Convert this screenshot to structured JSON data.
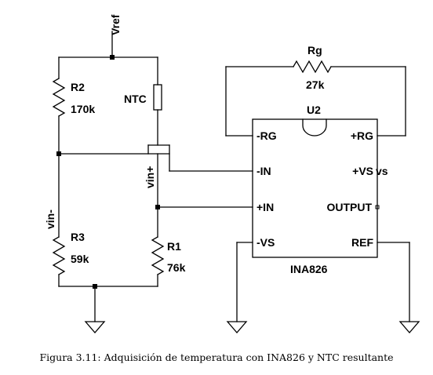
{
  "net_labels": {
    "vref": "Vref",
    "vin_minus": "vin-",
    "vin_plus": "vin+",
    "vs": "vs"
  },
  "components": {
    "r2": {
      "name": "R2",
      "value": "170k"
    },
    "r3": {
      "name": "R3",
      "value": "59k"
    },
    "r1": {
      "name": "R1",
      "value": "76k"
    },
    "ntc": {
      "name": "NTC"
    },
    "rg": {
      "name": "Rg",
      "value": "27k"
    }
  },
  "ic": {
    "name": "U2",
    "part": "INA826",
    "pins": {
      "neg_rg": "-RG",
      "pos_rg": "+RG",
      "neg_in": "-IN",
      "pos_vs": "+VS",
      "pos_in": "+IN",
      "output": "OUTPUT",
      "neg_vs": "-VS",
      "ref": "REF"
    }
  },
  "caption": "Figura 3.11: Adquisición de temperatura con INA826 y NTC resultante"
}
